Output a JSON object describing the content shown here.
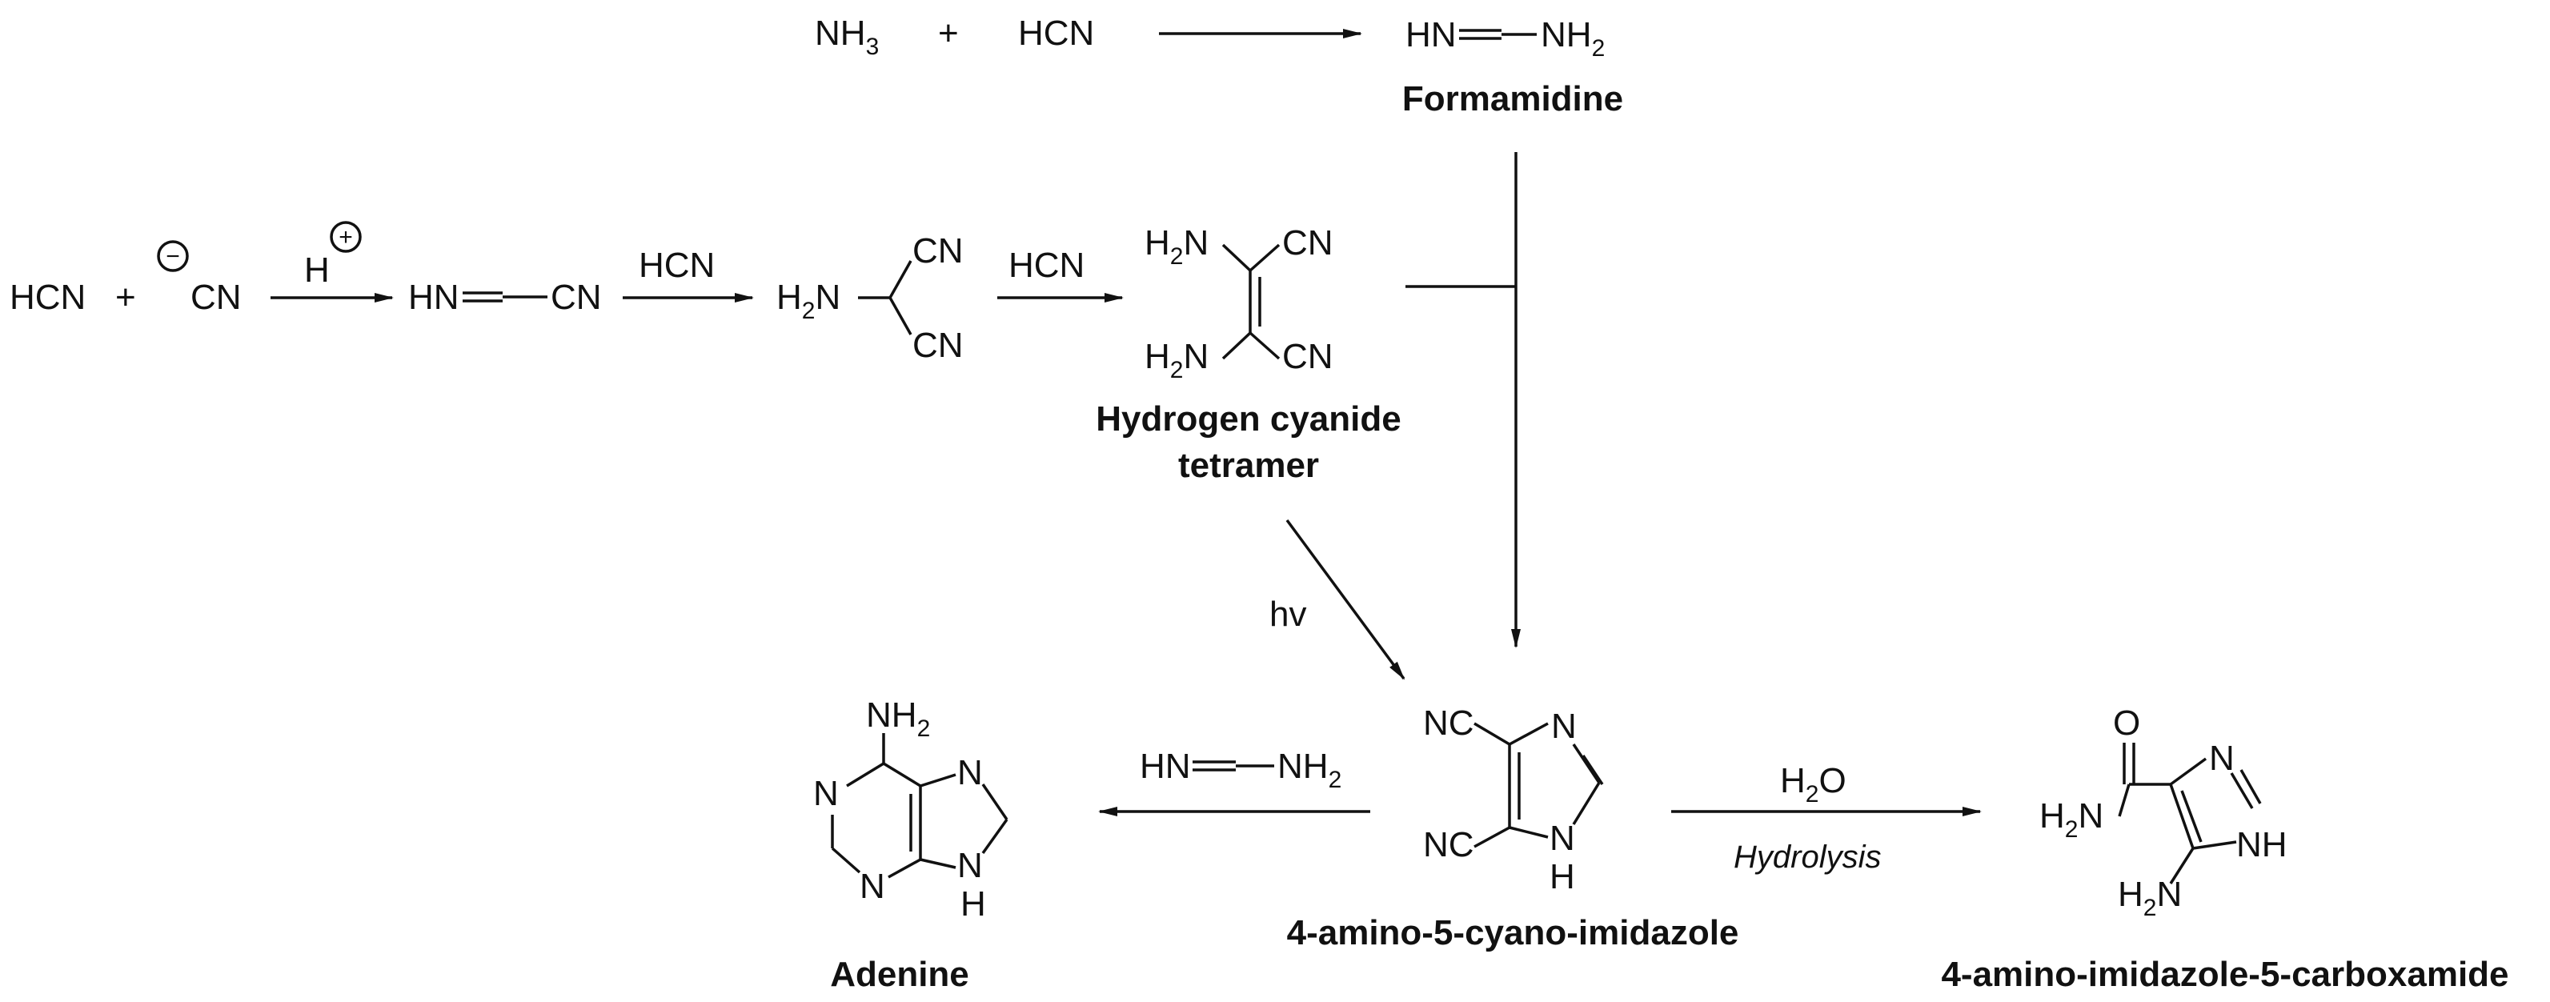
{
  "reaction1": {
    "nh3": "NH",
    "nh3_sub": "3",
    "plus": "+",
    "hcn": "HCN"
  },
  "formamidine": {
    "hn": "HN",
    "nh": "NH",
    "sub": "2",
    "label": "Formamidine"
  },
  "reaction2": {
    "hcn": "HCN",
    "plus": "+",
    "minus_charge": "−",
    "cn": "CN",
    "h": "H",
    "plus_charge": "+"
  },
  "iminoacetonitrile": {
    "hn": "HN",
    "cn": "CN"
  },
  "arrow2_reagent": "HCN",
  "aminomalononitrile": {
    "h2n": "H",
    "h2n_sub": "2",
    "h2n_tail": "N",
    "cn_top": "CN",
    "cn_bottom": "CN"
  },
  "arrow3_reagent": "HCN",
  "tetramer": {
    "h2n_top": "H",
    "h2n_top_sub": "2",
    "h2n_top_tail": "N",
    "h2n_bottom": "H",
    "h2n_bottom_sub": "2",
    "h2n_bottom_tail": "N",
    "cn_top": "CN",
    "cn_bottom": "CN",
    "label_line1": "Hydrogen cyanide",
    "label_line2": "tetramer"
  },
  "photo_step": "hv",
  "imidazole": {
    "cn_top": "NC",
    "cn_bottom": "NC",
    "n": "N",
    "nh": "N",
    "h": "H",
    "label": "4-amino-5-cyano-imidazole"
  },
  "adenine_step": {
    "hn": "HN",
    "nh": "NH",
    "sub": "2"
  },
  "adenine": {
    "nh2": "NH",
    "nh2_sub": "2",
    "n1": "N",
    "n3": "N",
    "n7": "N",
    "n9": "N",
    "h": "H",
    "label": "Adenine"
  },
  "hydrolysis_step": {
    "h2o": "H",
    "h2o_sub": "2",
    "h2o_tail": "O",
    "label": "Hydrolysis"
  },
  "carboxamide": {
    "o": "O",
    "h2n": "H",
    "h2n_sub": "2",
    "h2n_tail": "N",
    "n": "N",
    "nh": "NH",
    "h2n_bottom": "H",
    "h2n_bottom_sub": "2",
    "h2n_bottom_tail": "N",
    "label": "4-amino-imidazole-5-carboxamide"
  }
}
